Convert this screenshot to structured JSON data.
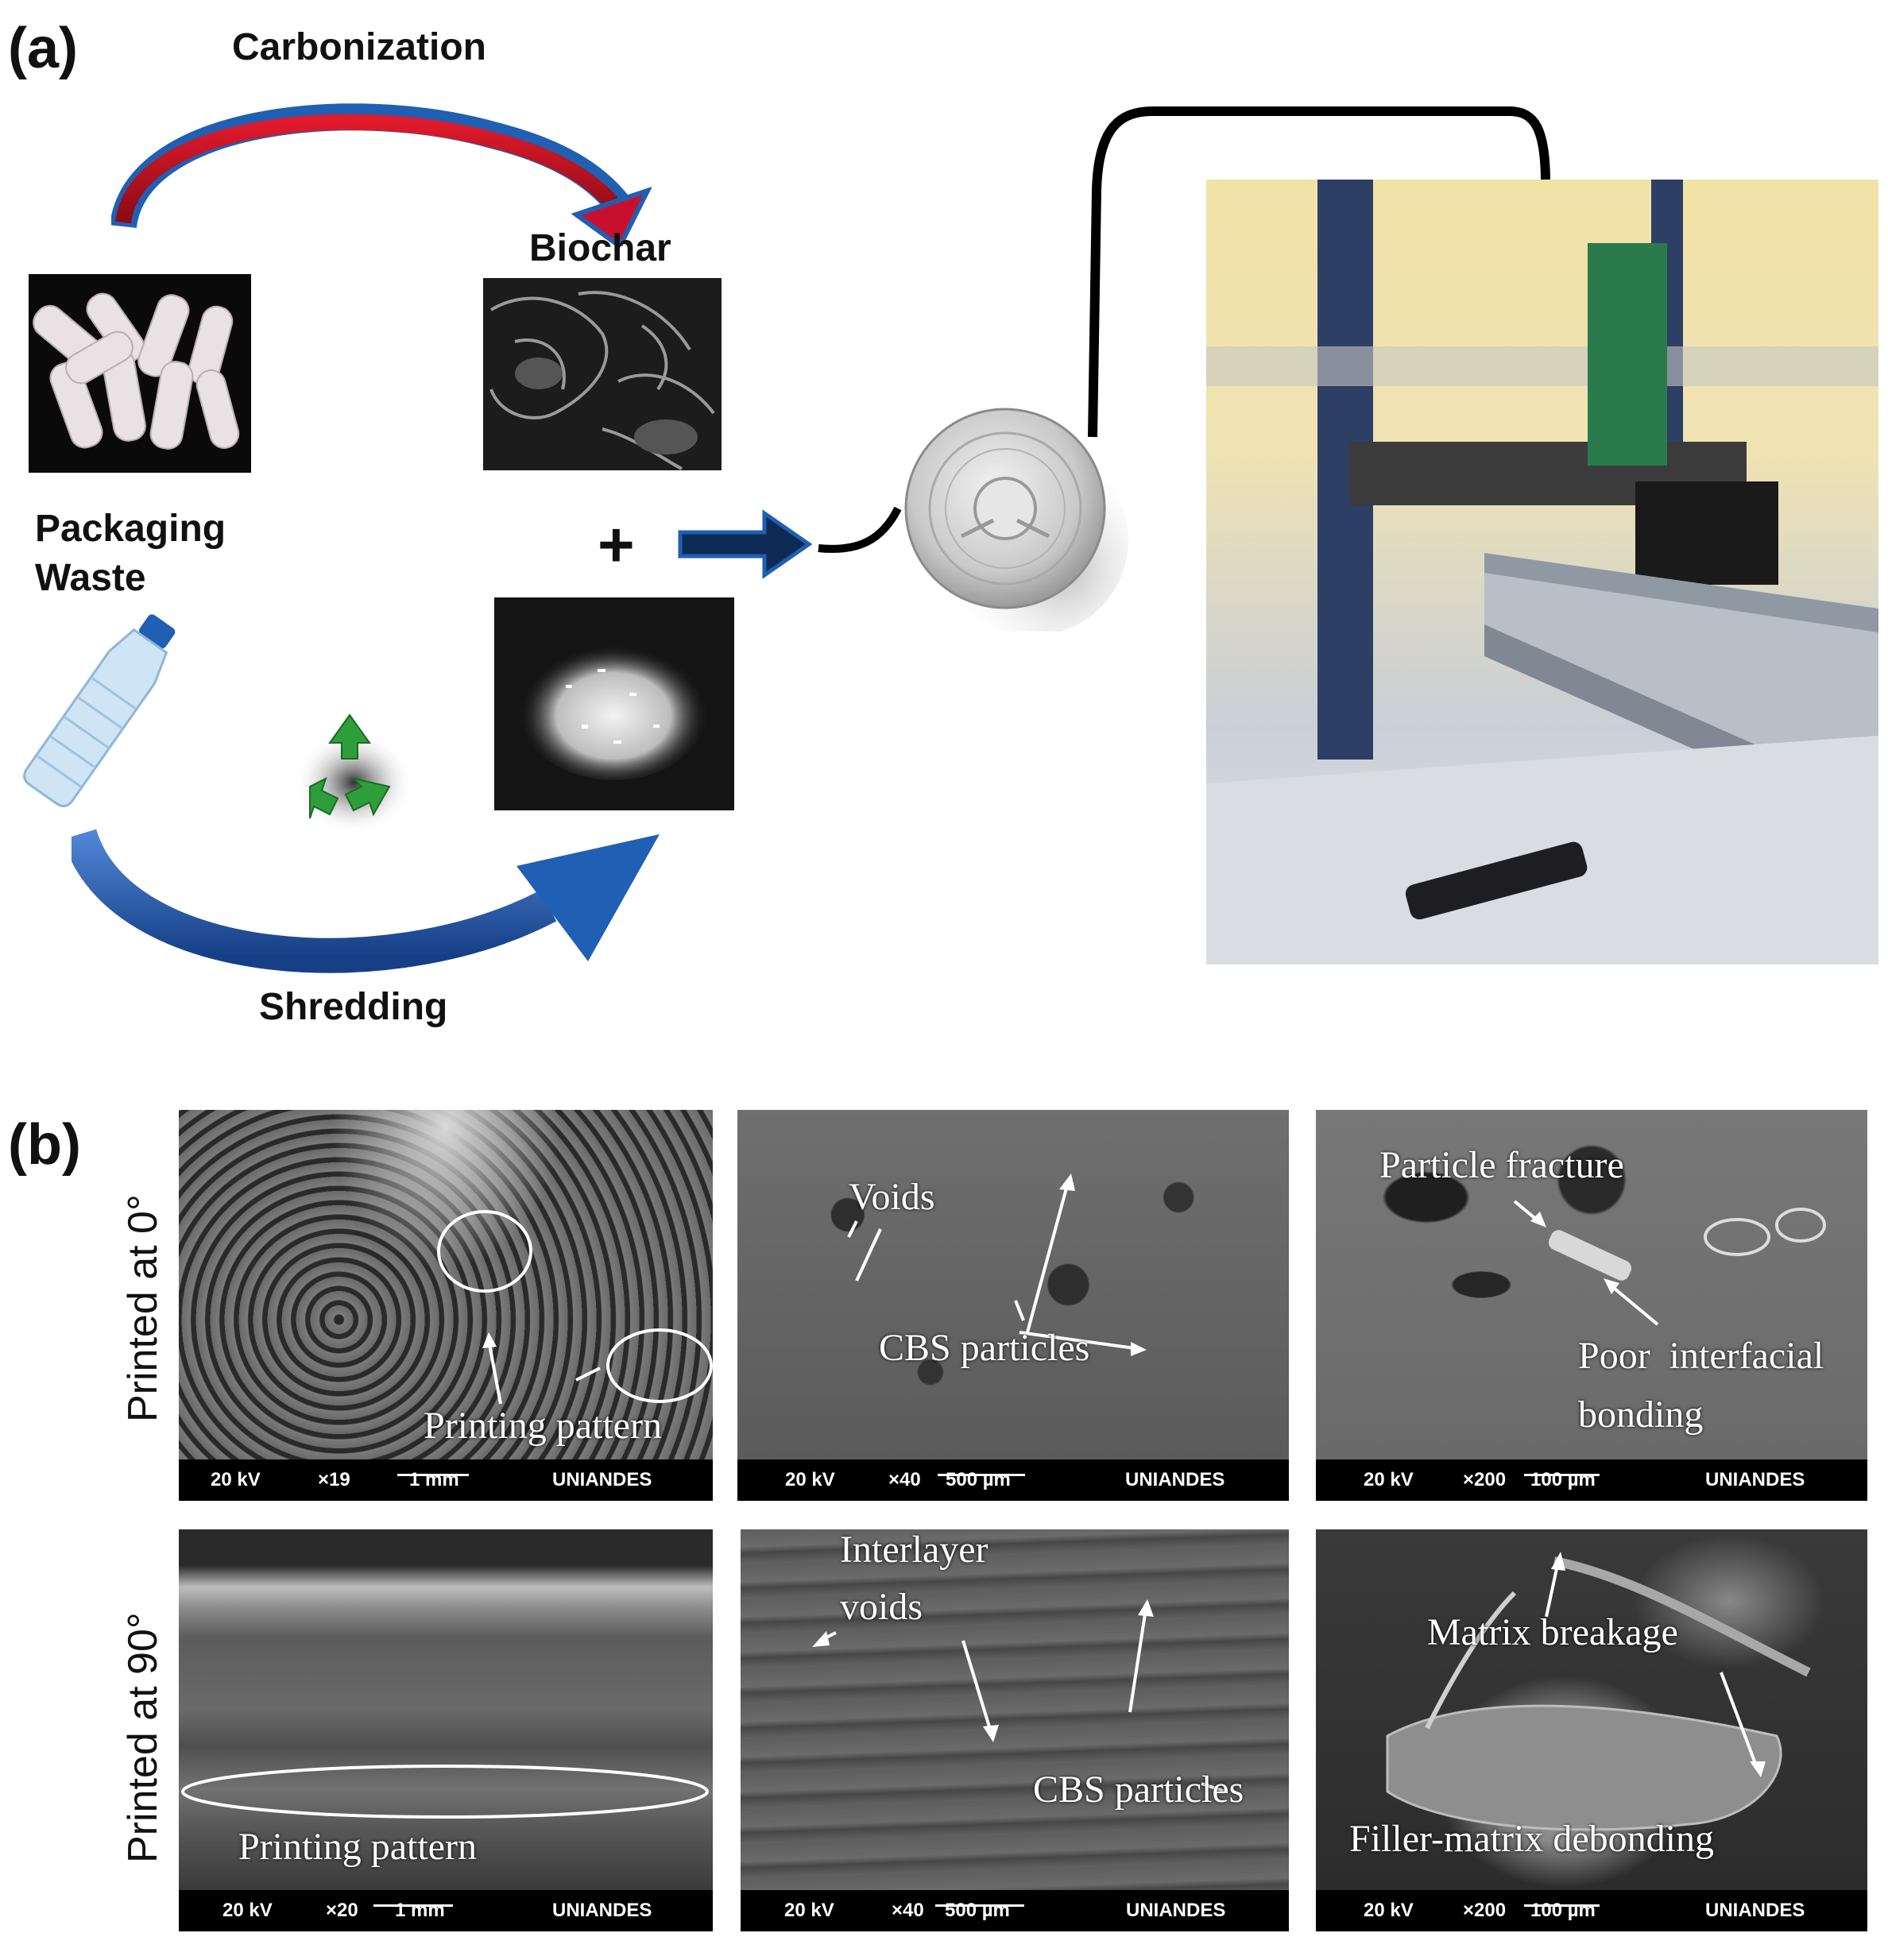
{
  "panel_a": {
    "letter": "(a)",
    "carbonization": "Carbonization",
    "biochar": "Biochar",
    "packaging_line1": "Packaging",
    "packaging_line2": "Waste",
    "plus": "+",
    "shredding": "Shredding"
  },
  "panel_b": {
    "letter": "(b)",
    "row_labels": [
      "Printed at 0°",
      "Printed at 90°"
    ],
    "micrographs": [
      {
        "kv": "20 kV",
        "mag": "×19",
        "scale": "1 mm",
        "inst": "UNIANDES",
        "annotations": [
          "Printing pattern"
        ]
      },
      {
        "kv": "20 kV",
        "mag": "×40",
        "scale": "500 µm",
        "inst": "UNIANDES",
        "annotations": [
          "Voids",
          "CBS particles"
        ]
      },
      {
        "kv": "20 kV",
        "mag": "×200",
        "scale": "100 µm",
        "inst": "UNIANDES",
        "annotations": [
          "Particle fracture",
          "Poor  interfacial",
          "bonding"
        ]
      },
      {
        "kv": "20 kV",
        "mag": "×20",
        "scale": "1 mm",
        "inst": "UNIANDES",
        "annotations": [
          "Printing pattern"
        ]
      },
      {
        "kv": "20 kV",
        "mag": "×40",
        "scale": "500 µm",
        "inst": "UNIANDES",
        "annotations": [
          "Interlayer",
          "voids",
          "CBS particles"
        ]
      },
      {
        "kv": "20 kV",
        "mag": "×200",
        "scale": "100 µm",
        "inst": "UNIANDES",
        "annotations": [
          "Matrix breakage",
          "Filler-matrix debonding"
        ]
      }
    ]
  },
  "colors": {
    "arrow_red": "#c8102e",
    "arrow_blue": "#1f5fb4",
    "arrow_navy": "#0d2a55",
    "recycle_green": "#2e9e3a"
  }
}
